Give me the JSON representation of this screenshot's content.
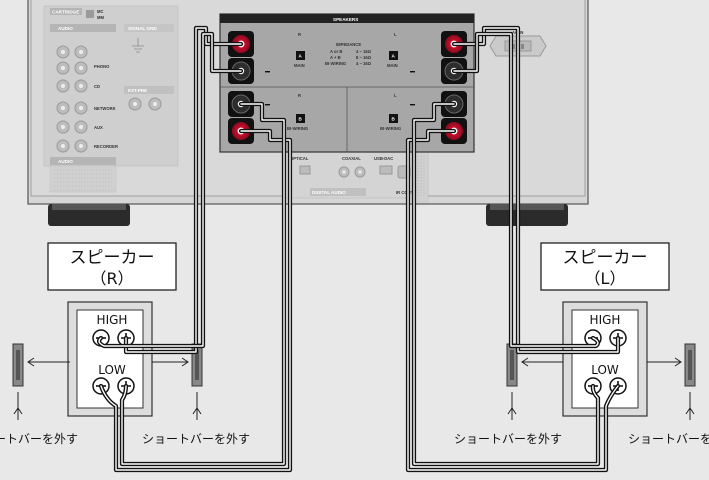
{
  "amplifier": {
    "speakers_heading": "SPEAKERS",
    "impedance": {
      "title": "IMPEDANCE",
      "row1_label": "A or B",
      "row1_value": "4 ~ 16Ω",
      "row2_label": "A + B",
      "row2_value": "8 ~ 16Ω",
      "row3_label": "BI-WIRING",
      "row3_value": "4 ~ 16Ω"
    },
    "channel_r": "R",
    "channel_l": "L",
    "terminal_a": "A",
    "terminal_b": "B",
    "main_label": "MAIN",
    "biwiring_label": "BI-WIRING",
    "ac_in": "AC IN",
    "cartridge": "CARTRIDGE",
    "cartridge_mc": "MC",
    "cartridge_mm": "MM",
    "audio_in": "AUDIO",
    "signal_gnd": "SIGNAL GND",
    "phono": "PHONO",
    "cd": "CD",
    "network": "NETWORK",
    "aux": "AUX",
    "recorder": "RECORDER",
    "ext_pre": "EXT.PRE",
    "audio_out": "AUDIO",
    "digital_audio": "DIGITAL AUDIO",
    "optical": "OPTICAL",
    "coaxial": "COAXIAL",
    "usb_dac": "USB-DAC",
    "ir_control": "IR CONTROL"
  },
  "speakers": [
    {
      "title": "スピーカー",
      "channel": "（R）",
      "high": "HIGH",
      "low": "LOW",
      "left_note": "ショートバーを外す",
      "right_note": "ショートバーを外す"
    },
    {
      "title": "スピーカー",
      "channel": "（L）",
      "high": "HIGH",
      "low": "LOW",
      "left_note": "ショートバーを外す",
      "right_note": "ショートバーを外す"
    }
  ],
  "colors": {
    "background": "#e8e8e8",
    "panel": "#a8a8a8",
    "terminal_positive": "#c8102e",
    "cable": "#2a2a2a"
  }
}
